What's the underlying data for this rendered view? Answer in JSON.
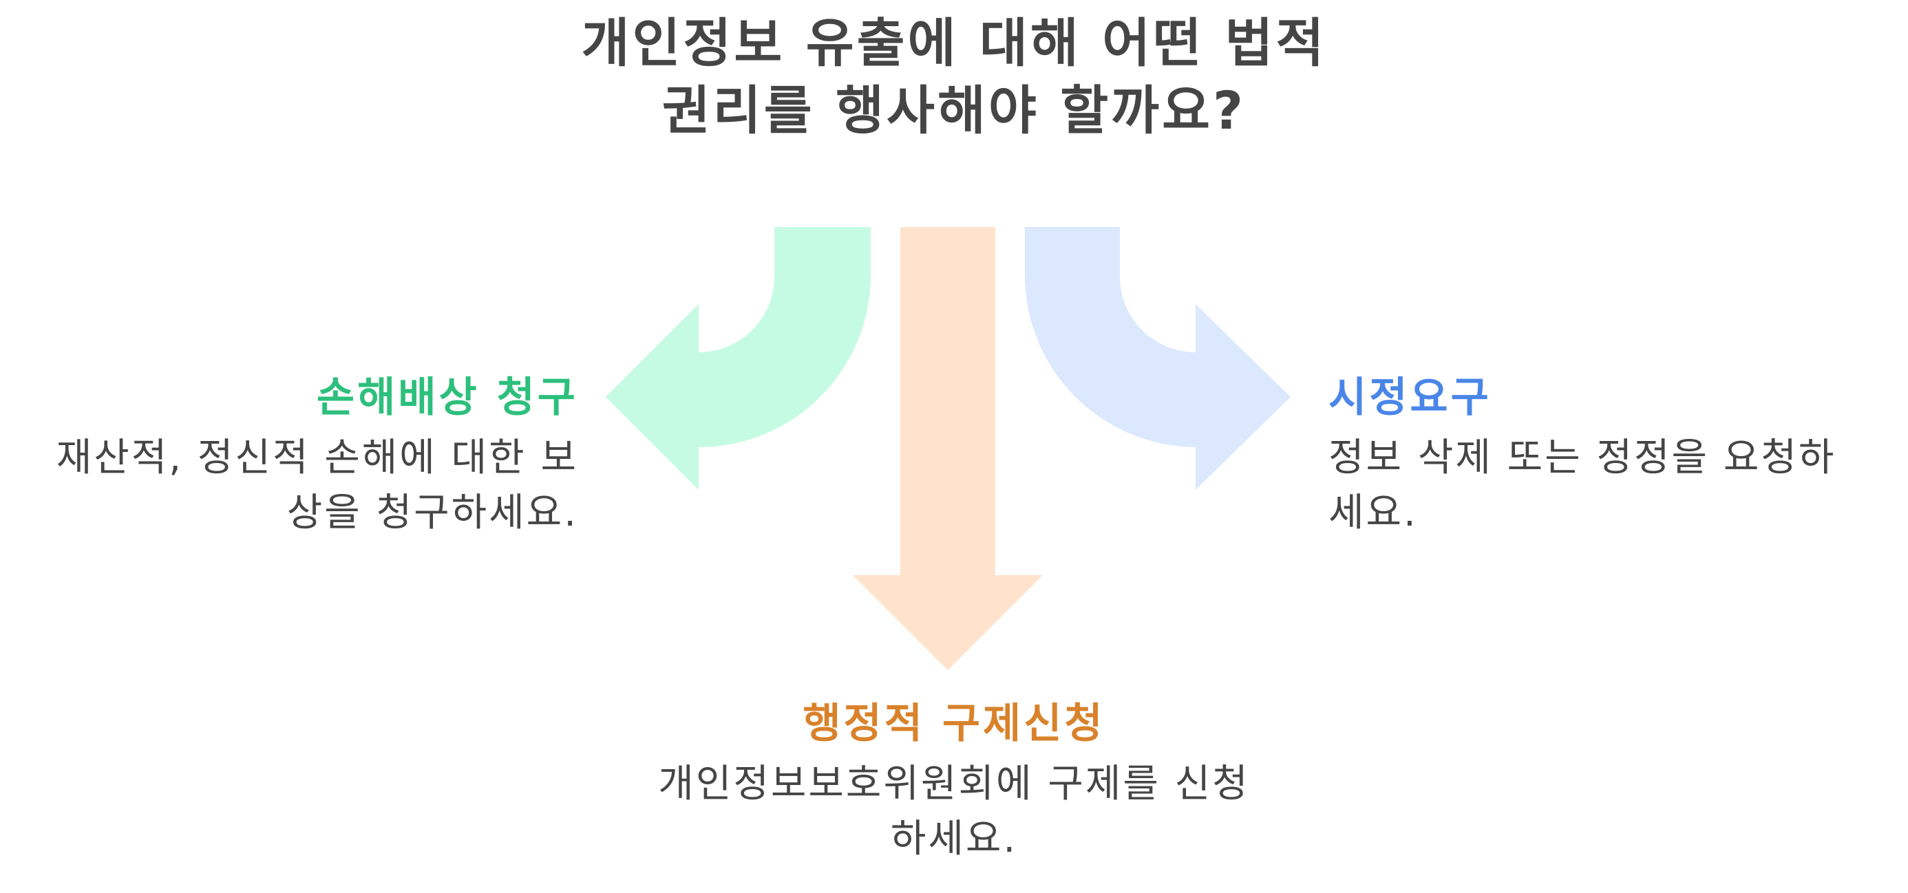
{
  "title": "개인정보 유출에 대해 어떤 법적 권리를 행사해야 할까요?",
  "options": {
    "left": {
      "title": "손해배상 청구",
      "description": "재산적, 정신적 손해에 대한 보상을 청구하세요.",
      "color": "#2dbf7c",
      "arrow_color": "#c6fbe3"
    },
    "center": {
      "title": "행정적 구제신청",
      "description": "개인정보보호위원회에 구제를 신청하세요.",
      "color": "#d9822b",
      "arrow_color": "#ffe3cc"
    },
    "right": {
      "title": "시정요구",
      "description": "정보 삭제 또는 정정을 요청하세요.",
      "color": "#4a86e8",
      "arrow_color": "#dce8fe"
    }
  }
}
